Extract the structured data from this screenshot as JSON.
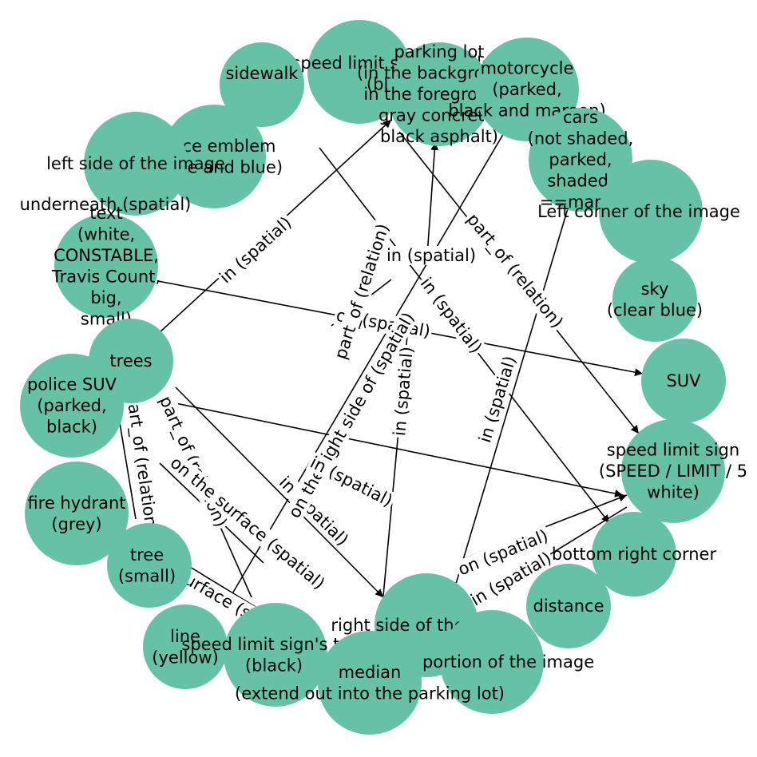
{
  "nodes": [
    {
      "id": "speed_border",
      "lines": [
        "speed limit sign's border",
        "(black)"
      ]
    },
    {
      "id": "parking_lot",
      "lines": [
        "parking lot",
        "(in the background,",
        "in the foreground,",
        "gray concrete,",
        "black asphalt)"
      ]
    },
    {
      "id": "motorcycle",
      "lines": [
        "motorcycle",
        "(parked,",
        "black and maroon)"
      ]
    },
    {
      "id": "sidewalk",
      "lines": [
        "sidewalk"
      ]
    },
    {
      "id": "cars",
      "lines": [
        "cars",
        "(not shaded,",
        "parked,",
        "shaded,",
        "==many)"
      ]
    },
    {
      "id": "police_emblem",
      "lines": [
        "police emblem",
        "(white and blue)"
      ]
    },
    {
      "id": "left_side",
      "lines": [
        "left side of the image"
      ]
    },
    {
      "id": "left_corner",
      "lines": [
        "Left corner of the image"
      ]
    },
    {
      "id": "text",
      "lines": [
        "text",
        "(white,",
        "CONSTABLE,",
        "Travis Count,",
        "big,",
        "small)"
      ]
    },
    {
      "id": "sky",
      "lines": [
        "sky",
        "(clear blue)"
      ]
    },
    {
      "id": "trees",
      "lines": [
        "trees"
      ]
    },
    {
      "id": "suv",
      "lines": [
        "SUV"
      ]
    },
    {
      "id": "police_suv",
      "lines": [
        "police SUV",
        "(parked,",
        "black)"
      ]
    },
    {
      "id": "speed_sign",
      "lines": [
        "speed limit sign",
        "(SPEED / LIMIT / 5",
        "white)"
      ]
    },
    {
      "id": "fire_hydrant",
      "lines": [
        "fire hydrant",
        "(grey)"
      ]
    },
    {
      "id": "bottom_right",
      "lines": [
        "bottom right corner"
      ]
    },
    {
      "id": "tree",
      "lines": [
        "tree",
        "(small)"
      ]
    },
    {
      "id": "distance",
      "lines": [
        "distance"
      ]
    },
    {
      "id": "right_side",
      "lines": [
        "right side of the image"
      ]
    },
    {
      "id": "line",
      "lines": [
        "line",
        "(yellow)"
      ]
    },
    {
      "id": "speed_text",
      "lines": [
        "speed limit sign's text",
        "(black)"
      ]
    },
    {
      "id": "top_portion",
      "lines": [
        "top portion of the image"
      ]
    },
    {
      "id": "median",
      "lines": [
        "median",
        "(extend out into the parking lot)"
      ]
    },
    {
      "id": "underneath",
      "lines": [
        "underneath (spatial)"
      ]
    }
  ],
  "edges": [
    {
      "id": "e1",
      "label": "in (spatial)"
    },
    {
      "id": "e2",
      "label": "on (spatial)"
    },
    {
      "id": "e3",
      "label": "part_of (relation)"
    },
    {
      "id": "e4",
      "label": "in (spatial)"
    },
    {
      "id": "e5",
      "label": "in (spatial)"
    },
    {
      "id": "e6",
      "label": "in (spatial)"
    },
    {
      "id": "e7",
      "label": "on the right side of (spatial)"
    },
    {
      "id": "e8",
      "label": "in (spatial)"
    },
    {
      "id": "e9",
      "label": "in (spatial)"
    },
    {
      "id": "e10",
      "label": "in (spatial)"
    },
    {
      "id": "e11",
      "label": "part_of (relation)"
    },
    {
      "id": "e12",
      "label": "part_of (relation)"
    },
    {
      "id": "e13",
      "label": "part_of (relation)"
    },
    {
      "id": "e14",
      "label": "in (spatial)"
    },
    {
      "id": "e15",
      "label": "on (spatial)"
    },
    {
      "id": "e16",
      "label": "on the surface (spatial)"
    },
    {
      "id": "e17",
      "label": "on the surface (spatial)"
    }
  ]
}
